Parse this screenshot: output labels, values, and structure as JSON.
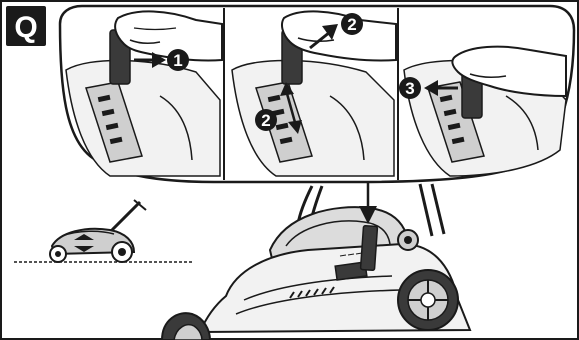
{
  "badge": {
    "letter": "Q",
    "background": "#1a1a1a",
    "text_color": "#ffffff"
  },
  "panels": [
    {
      "step": "1",
      "action": "press-clip",
      "arrow_direction": "right"
    },
    {
      "step": "2",
      "action": "lift-and-slide",
      "arrow_direction": "up-right"
    },
    {
      "step": "3",
      "action": "release-clip",
      "arrow_direction": "left"
    }
  ],
  "icons": {
    "mower_side": "lawn-mower-height-adjust-icon",
    "pointer": "pointer-arrow-icon"
  },
  "colors": {
    "line": "#1a1a1a",
    "fill_light": "#f2f2f2",
    "fill_mid": "#cfcfcf",
    "fill_dark": "#3a3a3a",
    "step_circle": "#1a1a1a"
  }
}
